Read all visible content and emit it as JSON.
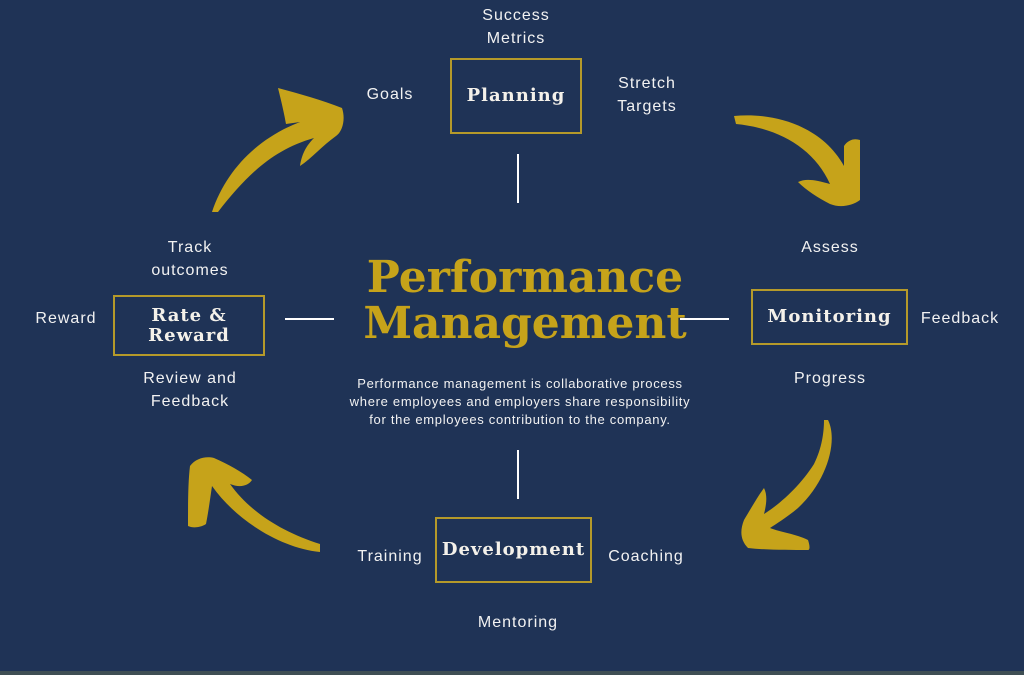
{
  "diagram": {
    "title_line1": "Performance",
    "title_line2": "Management",
    "description_line1": "Performance management is collaborative process",
    "description_line2": "where employees and employers share responsibility",
    "description_line3": "for the employees contribution to the company.",
    "colors": {
      "background": "#1f3356",
      "accent_gold": "#c6a31a",
      "box_border": "#b59a2a",
      "text": "#f2f2f2"
    },
    "stages": {
      "planning": {
        "label": "Planning",
        "top_line1": "Success",
        "top_line2": "Metrics",
        "left": "Goals",
        "right_line1": "Stretch",
        "right_line2": "Targets"
      },
      "monitoring": {
        "label": "Monitoring",
        "top": "Assess",
        "right": "Feedback",
        "bottom": "Progress"
      },
      "development": {
        "label": "Development",
        "left": "Training",
        "right": "Coaching",
        "bottom": "Mentoring"
      },
      "rate_reward": {
        "label_line1": "Rate &",
        "label_line2": "Reward",
        "top_line1": "Track",
        "top_line2": "outcomes",
        "left": "Reward",
        "bottom_line1": "Review and",
        "bottom_line2": "Feedback"
      }
    },
    "arrows": [
      "curved-arrow-top-left",
      "curved-arrow-top-right",
      "curved-arrow-bottom-right",
      "curved-arrow-bottom-left"
    ]
  }
}
